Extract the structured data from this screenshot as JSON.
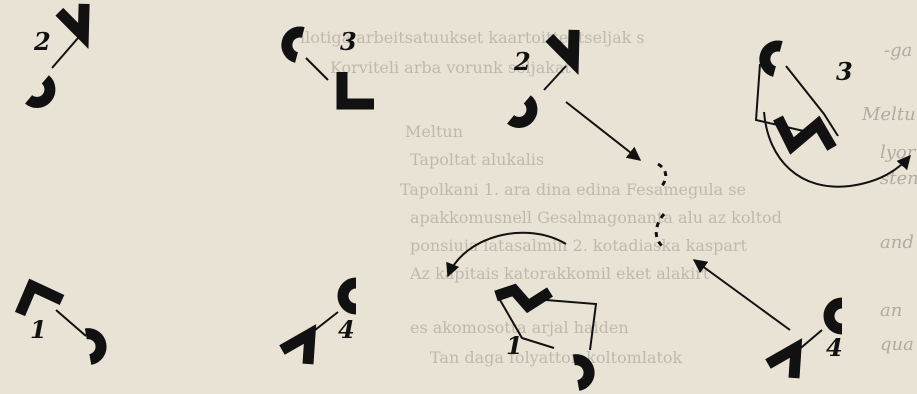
{
  "figure": {
    "numbers": [
      "1",
      "2",
      "3",
      "4"
    ]
  },
  "background_text": {
    "lines": [
      "ilotiga arbeitsatuukset kaartoitteatseljak s",
      "Korviteli arba vorunk seljakat",
      "Meltun",
      "Tapoltat alukalis",
      "Tapolkani 1. ara dina edina Fesamegula se",
      "apakkomusnell Gesalmagonanta alu az koltod",
      "ponsiuja latasalmin 2. kotadiaska kaspart",
      "Az kapitais katorakkomil eket alakirt",
      "es akomosotta arjal haiden",
      "Tan daga folyatton koltomlatok"
    ],
    "margin": [
      "-ga",
      "Meltun",
      "lyor",
      "sten",
      "and",
      "an",
      "qua"
    ]
  },
  "colors": {
    "ink": "#111111",
    "paper": "#e9e3d6"
  }
}
